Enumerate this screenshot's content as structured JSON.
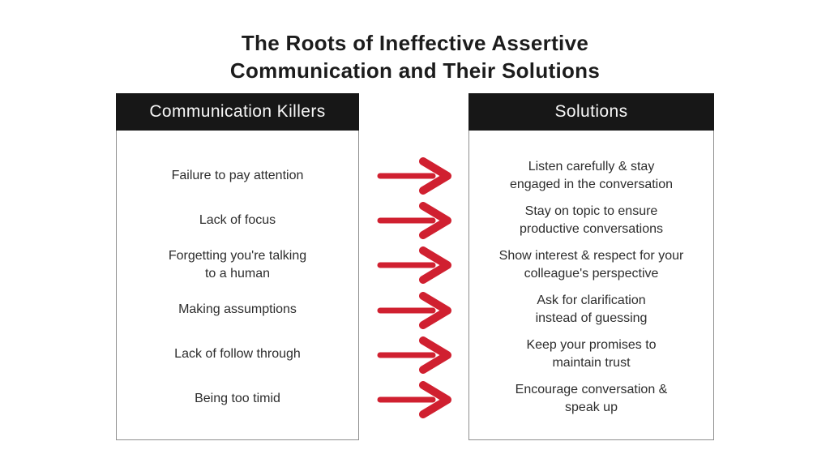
{
  "title": {
    "line1": "The Roots of Ineffective Assertive",
    "line2": "Communication and Their Solutions"
  },
  "left_column": {
    "header": "Communication Killers",
    "items": [
      {
        "line1": "Failure to pay attention",
        "line2": ""
      },
      {
        "line1": "Lack of focus",
        "line2": ""
      },
      {
        "line1": "Forgetting you're talking",
        "line2": "to a human"
      },
      {
        "line1": "Making assumptions",
        "line2": ""
      },
      {
        "line1": "Lack of follow through",
        "line2": ""
      },
      {
        "line1": "Being too timid",
        "line2": ""
      }
    ]
  },
  "right_column": {
    "header": "Solutions",
    "items": [
      {
        "line1": "Listen carefully & stay",
        "line2": "engaged in the conversation"
      },
      {
        "line1": "Stay on topic to ensure",
        "line2": "productive conversations"
      },
      {
        "line1": "Show interest & respect for your",
        "line2": "colleague's perspective"
      },
      {
        "line1": "Ask for clarification",
        "line2": "instead of guessing"
      },
      {
        "line1": "Keep your promises to",
        "line2": "maintain trust"
      },
      {
        "line1": "Encourage conversation &",
        "line2": "speak up"
      }
    ]
  },
  "arrows": {
    "icon": "right-arrow-icon",
    "count": 6
  },
  "colors": {
    "arrow_red": "#d02030",
    "header_bg": "#171717",
    "header_text": "#f7f7f7",
    "box_border": "#8f8f8f",
    "text": "#2d2d2d",
    "background": "#ffffff"
  }
}
